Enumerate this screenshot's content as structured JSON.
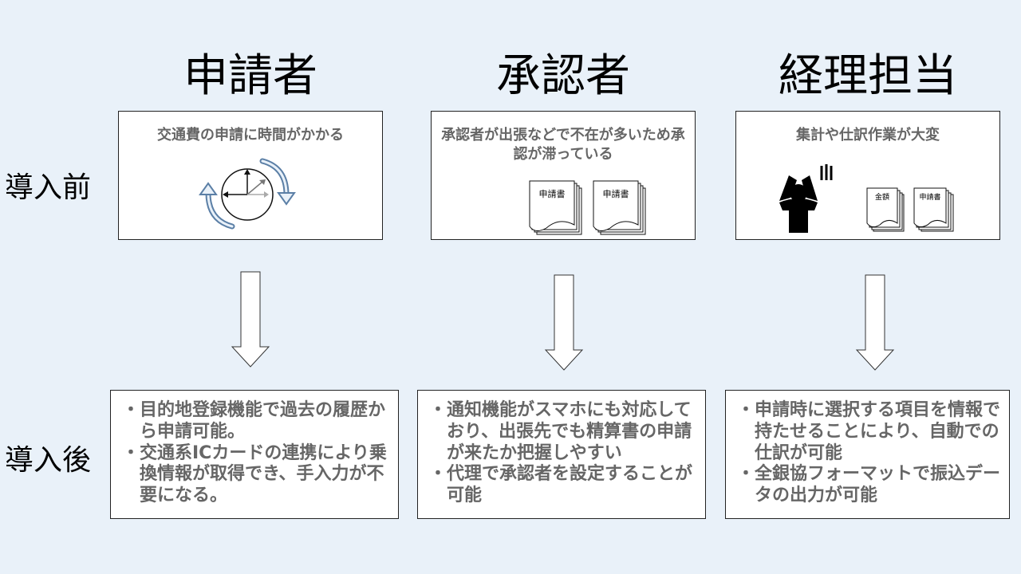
{
  "columns": [
    {
      "title": "申請者",
      "before": {
        "text": "交通費の申請に時間がかかる"
      },
      "after": {
        "items": [
          "目的地登録機能で過去の履歴から申請可能。",
          "交通系ICカードの連携により乗換情報が取得でき、手入力が不要になる。"
        ]
      }
    },
    {
      "title": "承認者",
      "before": {
        "text": "承認者が出張などで不在が多いため承認が滞っている",
        "doc_labels": [
          "申請書",
          "申請書"
        ]
      },
      "after": {
        "items": [
          "通知機能がスマホにも対応しており、出張先でも精算書の申請が来たか把握しやすい",
          "代理で承認者を設定することが可能"
        ]
      }
    },
    {
      "title": "経理担当",
      "before": {
        "text": "集計や仕訳作業が大変",
        "doc_labels": [
          "金額",
          "申請書"
        ]
      },
      "after": {
        "items": [
          "申請時に選択する項目を情報で持たせることにより、自動での仕訳が可能",
          "全銀協フォーマットで振込データの出力が可能"
        ]
      }
    }
  ],
  "rows": {
    "before_label": "導入前",
    "after_label": "導入後"
  },
  "bullet_char": "・",
  "icons": {
    "clock": "clock-cycle-icon",
    "person": "stressed-person-icon",
    "docs": "document-stack-icon"
  },
  "colors": {
    "background": "#e9f1f9",
    "text_gray": "#666666",
    "cycle_arrow": "#5b7fa6"
  }
}
